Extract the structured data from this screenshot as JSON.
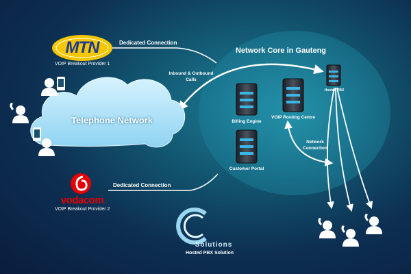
{
  "core": {
    "title": "Network Core in Gauteng"
  },
  "cloud": {
    "label": "Telephone Network"
  },
  "providers": [
    {
      "logo_text": "MTN",
      "caption": "VOIP Breakout Provider 1",
      "brand_color": "#f6c700"
    },
    {
      "logo_text": "vodacom",
      "caption": "VOIP Breakout Provider 2",
      "brand_color": "#e60000"
    }
  ],
  "links": {
    "dedicated_top": "Dedicated Connection",
    "dedicated_bottom": "Dedicated Connection",
    "inbound_outbound": [
      "Inbound & Outbound",
      "Calls"
    ],
    "network_connection": [
      "Network",
      "Connection"
    ]
  },
  "servers": {
    "billing": "Billing Engine",
    "routing": "VOIP Routing Centre",
    "portal": "Customer Portal",
    "pbx": "Hosted PBX"
  },
  "brand": {
    "logo_text": "Solutions",
    "tagline": "Hosted PBX Solution"
  },
  "colors": {
    "core_glow": "#1e8fa8",
    "cloud_fill": "#bfe9fb",
    "server_light": "#38b6e8"
  }
}
